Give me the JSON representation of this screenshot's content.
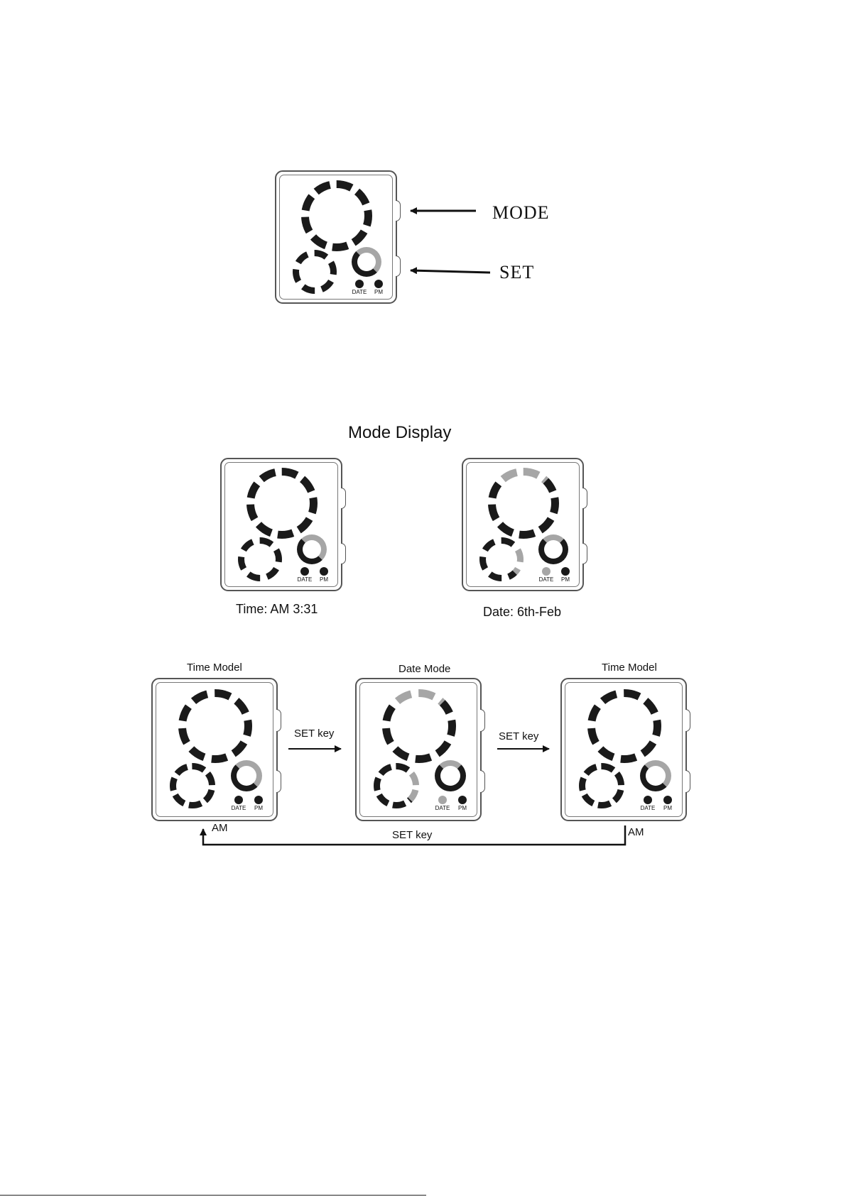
{
  "callouts": {
    "mode": "MODE",
    "set": "SET"
  },
  "section_title": "Mode Display",
  "examples": {
    "time": "Time: AM 3:31",
    "date": "Date: 6th-Feb"
  },
  "flow": {
    "state1": "Time Model",
    "state2": "Date Mode",
    "state3": "Time Model",
    "arrow1": "SET key",
    "arrow2": "SET key",
    "return_arrow": "SET key",
    "am_left": "AM",
    "am_right": "AM"
  },
  "watch_labels": {
    "date": "DATE",
    "pm": "PM"
  },
  "colors": {
    "segment_on": "#1a1a1a",
    "segment_highlight": "#a6a6a6",
    "body_outline": "#555555"
  }
}
